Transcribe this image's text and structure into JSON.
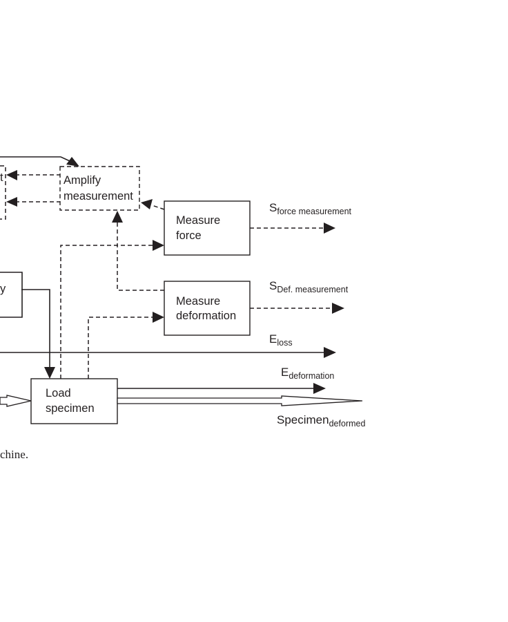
{
  "diagram": {
    "type": "block-diagram",
    "blocks": {
      "amplify": {
        "line1": "Amplify",
        "line2": "measurement",
        "style": "dashed"
      },
      "partial_top_left": {
        "visible_text": "t",
        "style": "dashed"
      },
      "partial_left": {
        "visible_text": "y",
        "style": "solid"
      },
      "measure_force": {
        "line1": "Measure",
        "line2": "force",
        "style": "solid"
      },
      "measure_deformation": {
        "line1": "Measure",
        "line2": "deformation",
        "style": "solid"
      },
      "load_specimen": {
        "line1": "Load",
        "line2": "specimen",
        "style": "solid"
      }
    },
    "outputs": {
      "s_force": {
        "main": "S",
        "sub": "force measurement"
      },
      "s_def": {
        "main": "S",
        "sub": "Def. measurement"
      },
      "e_loss": {
        "main": "E",
        "sub": "loss"
      },
      "e_deformation": {
        "main": "E",
        "sub": "deformation"
      },
      "specimen_deformed": {
        "main": "Specimen",
        "sub": "deformed"
      }
    },
    "connections": [
      {
        "from": "top-line",
        "to": "amplify",
        "style": "solid"
      },
      {
        "from": "amplify",
        "to": "partial_top_left",
        "style": "dashed",
        "count": 2
      },
      {
        "from": "measure_force",
        "to": "amplify",
        "style": "dashed"
      },
      {
        "from": "measure_deformation",
        "to": "amplify",
        "style": "dashed"
      },
      {
        "from": "load_specimen",
        "to": "measure_force",
        "style": "dashed"
      },
      {
        "from": "load_specimen",
        "to": "measure_deformation",
        "style": "dashed"
      },
      {
        "from": "partial_left",
        "to": "load_specimen",
        "style": "solid"
      },
      {
        "from": "measure_force",
        "to": "s_force",
        "style": "dashed"
      },
      {
        "from": "measure_deformation",
        "to": "s_def",
        "style": "dashed"
      },
      {
        "from": "left-edge",
        "to": "e_loss",
        "style": "solid"
      },
      {
        "from": "load_specimen",
        "to": "e_deformation",
        "style": "solid"
      },
      {
        "from": "load_specimen",
        "to": "specimen_deformed",
        "style": "material-flow"
      },
      {
        "from": "left-edge",
        "to": "load_specimen",
        "style": "material-flow"
      }
    ],
    "caption_fragment": "chine."
  }
}
